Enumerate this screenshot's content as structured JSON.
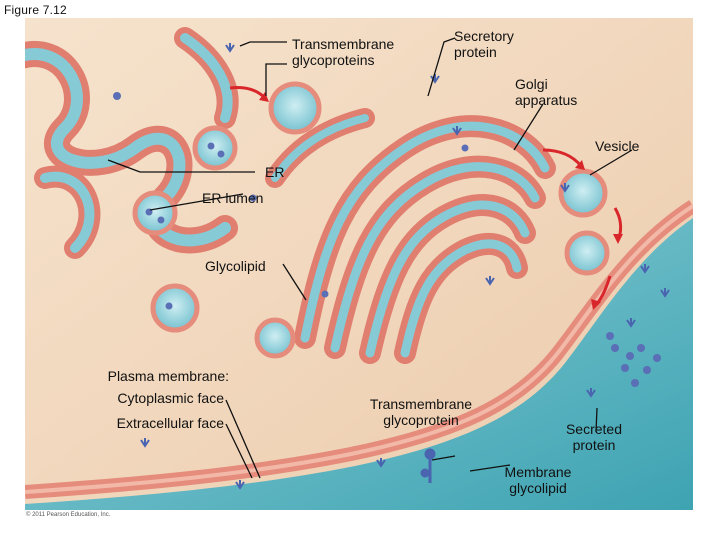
{
  "figure_label": "Figure 7.12",
  "labels": {
    "transmembrane_glycoproteins_top": "Transmembrane\nglycoproteins",
    "secretory_protein": "Secretory\nprotein",
    "golgi_apparatus": "Golgi\napparatus",
    "vesicle": "Vesicle",
    "er": "ER",
    "er_lumen": "ER lumen",
    "glycolipid": "Glycolipid",
    "plasma_membrane": "Plasma membrane:",
    "cytoplasmic_face": "Cytoplasmic face",
    "extracellular_face": "Extracellular face",
    "transmembrane_glycoprotein_bottom": "Transmembrane\nglycoprotein",
    "secreted_protein": "Secreted\nprotein",
    "membrane_glycolipid": "Membrane\nglycolipid"
  },
  "copyright": "© 2011 Pearson Education, Inc.",
  "colors": {
    "cytoplasm": "#f3dcc4",
    "membrane": "#e2887a",
    "lumen": "#7fc6d3",
    "extracellular": "#5fb7c3",
    "protein": "#5a6fb5"
  }
}
